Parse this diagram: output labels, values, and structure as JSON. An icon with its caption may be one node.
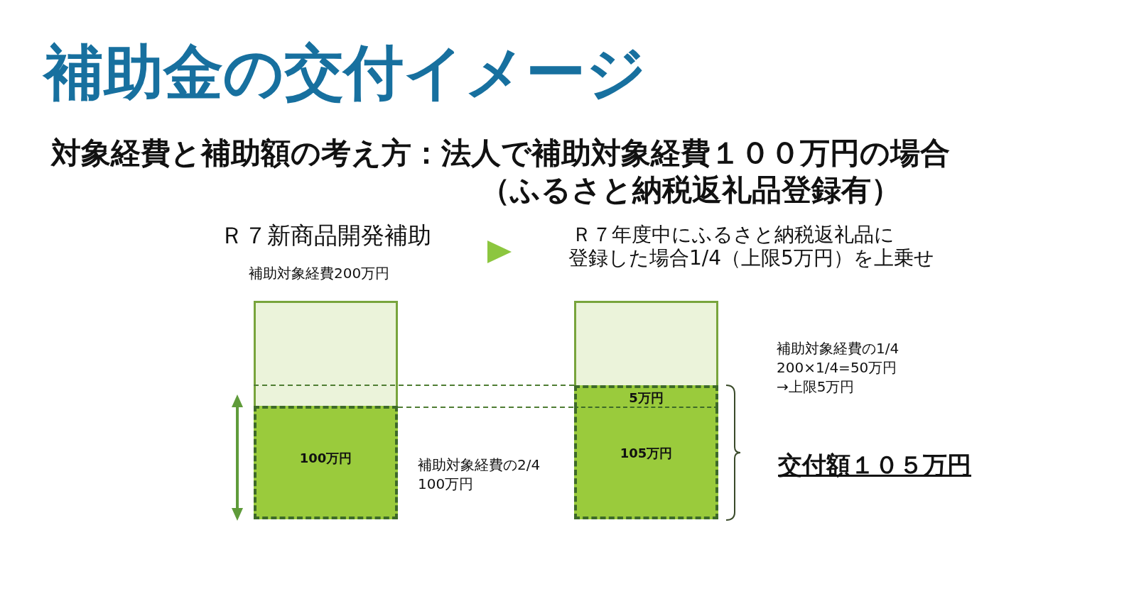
{
  "diagram": {
    "title": "補助金の交付イメージ",
    "nodes": [
      {
        "text": [],
        "shape": "box"
      },
      {
        "text": [
          "100万円"
        ]
      },
      {
        "text": [],
        "shape": "box"
      },
      {
        "text": [
          "5万円"
        ]
      },
      {
        "text": [
          "105万円"
        ]
      }
    ],
    "edges": [],
    "labels": [
      "対象経費と補助額の考え方：法人で補助対象経費１００万円の場合",
      "（ふるさと納税返礼品登録有）",
      "Ｒ７新商品開発補助",
      "Ｒ７年度中にふるさと納税返礼品に",
      "登録した場合1/4（上限5万円）を上乗せ",
      "補助対象経費200万円",
      "補助対象経費の1/4 200×1/4=50万円 →上限5万円",
      "補助対象経費の2/4 100万円",
      "交付額１０５万円"
    ]
  }
}
